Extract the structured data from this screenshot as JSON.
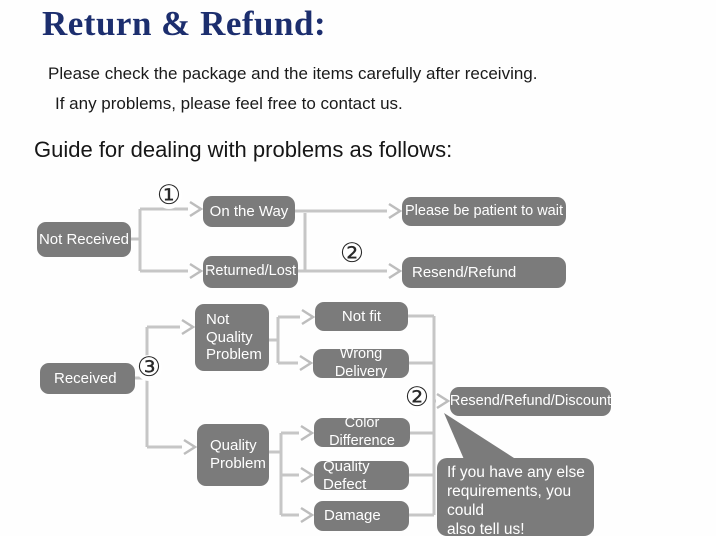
{
  "header": {
    "title": "Return & Refund:",
    "line1": "Please check the package and the items carefully after receiving.",
    "line2": "If any problems, please feel free to contact us.",
    "guide": "Guide for dealing with problems as follows:"
  },
  "palette": {
    "title_color": "#1c2e6e",
    "box_bg": "#7b7b7b",
    "box_text": "#ffffff",
    "line_color": "#c6c6c6"
  },
  "flowchart": {
    "steps": {
      "one": "①",
      "two": "②",
      "three": "③"
    },
    "nodes": {
      "not_received": "Not Received",
      "on_the_way": "On the Way",
      "returned_lost": "Returned/Lost",
      "be_patient": "Please be patient to wait",
      "resend_refund": "Resend/Refund",
      "received": "Received",
      "not_quality_problem": "Not\nQuality\nProblem",
      "not_fit": "Not fit",
      "wrong_delivery": "Wrong Delivery",
      "quality_problem": "Quality\nProblem",
      "color_difference": "Color Difference",
      "quality_defect": "Quality Defect",
      "damage": "Damage",
      "resend_refund_discount": "Resend/Refund/Discount",
      "note_bubble": "If you have any else\nrequirements, you could\nalso tell us!"
    }
  }
}
